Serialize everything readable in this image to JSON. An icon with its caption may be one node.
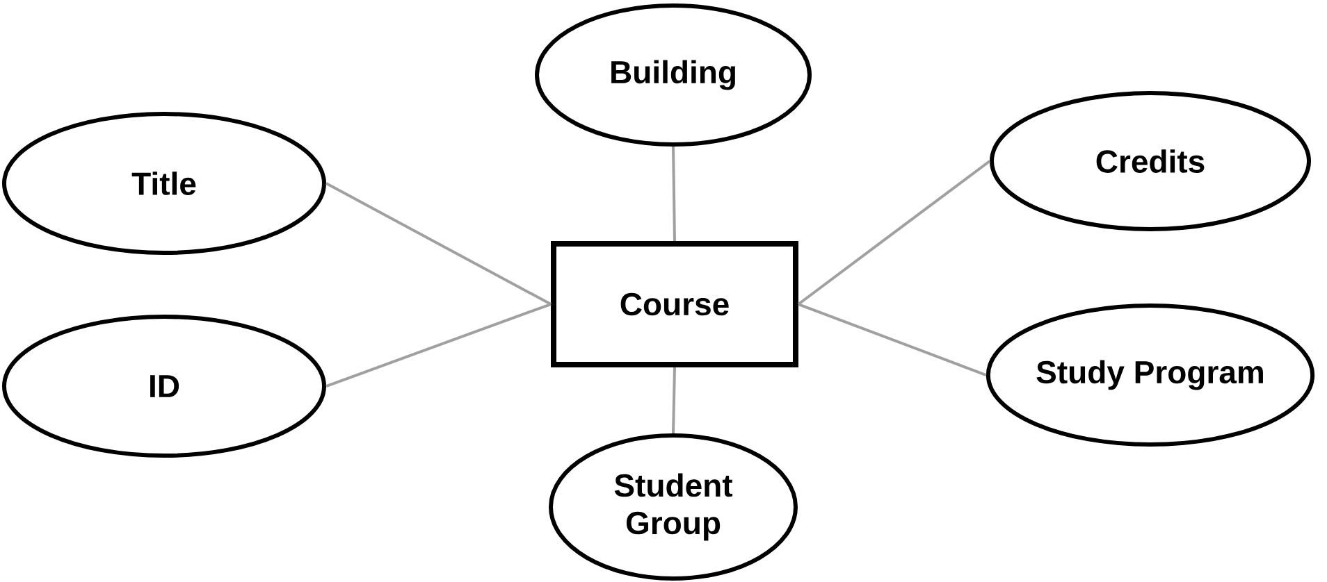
{
  "diagram": {
    "nodes": [
      {
        "text": [
          "Building"
        ]
      },
      {
        "text": [
          "Title"
        ]
      },
      {
        "text": [
          "Credits"
        ]
      },
      {
        "text": [
          "Course"
        ]
      },
      {
        "text": [
          "ID"
        ]
      },
      {
        "text": [
          "Study Program"
        ]
      },
      {
        "text": [
          "Student Group"
        ]
      }
    ],
    "edges": [
      {
        "from": 3,
        "to": 0,
        "arrow": "none"
      },
      {
        "from": 3,
        "to": 1,
        "arrow": "none"
      },
      {
        "from": 3,
        "to": 2,
        "arrow": "none"
      },
      {
        "from": 3,
        "to": 4,
        "arrow": "none"
      },
      {
        "from": 3,
        "to": 5,
        "arrow": "none"
      },
      {
        "from": 3,
        "to": 6,
        "arrow": "none"
      }
    ]
  }
}
